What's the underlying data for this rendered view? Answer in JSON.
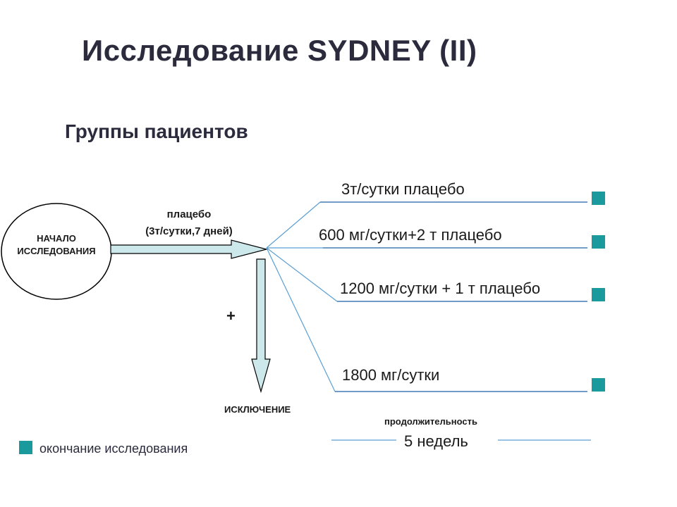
{
  "title": "Исследование SYDNEY (II)",
  "subtitle": "Группы пациентов",
  "start": {
    "line1": "НАЧАЛО",
    "line2": "ИССЛЕДОВАНИЯ"
  },
  "placebo_phase": {
    "line1": "плацебо",
    "line2": "(3т/сутки,7 дней)"
  },
  "groups": [
    {
      "label": "3т/сутки плацебо"
    },
    {
      "label": "600 мг/сутки+2 т плацебо"
    },
    {
      "label": "1200 мг/сутки + 1 т плацебо"
    },
    {
      "label": "1800 мг/сутки"
    }
  ],
  "plus_sign": "+",
  "exclusion": "ИСКЛЮЧЕНИЕ",
  "duration": {
    "label": "продолжительность",
    "value": "5 недель"
  },
  "legend": {
    "text": "окончание исследования"
  },
  "colors": {
    "marker": "#1a9a9c",
    "arrow_fill": "#cde8ea",
    "branch_line": "#5a9fd4",
    "group_line": "#1f5fa8"
  }
}
